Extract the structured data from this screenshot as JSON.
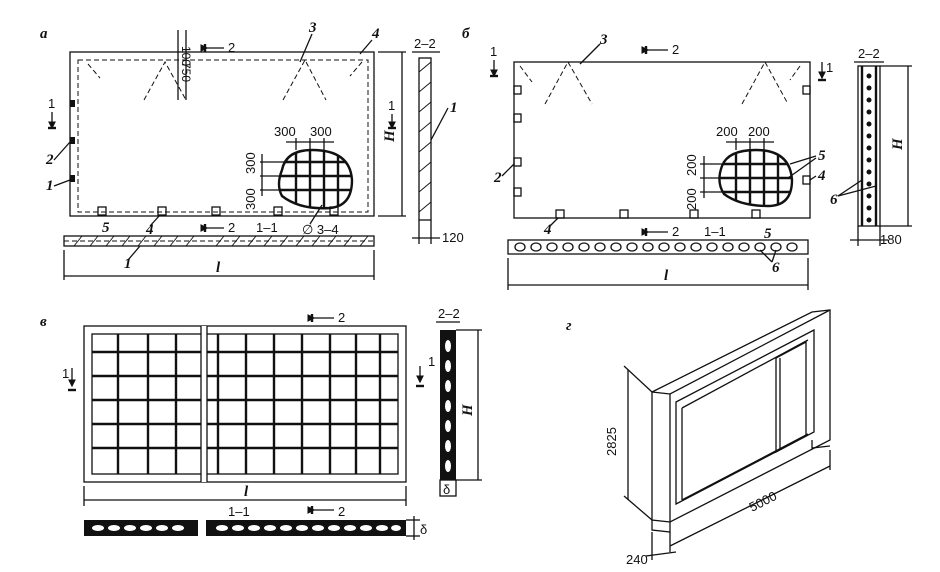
{
  "panel_a": {
    "label": "а",
    "dims": {
      "top_small": "100",
      "top_big": "750",
      "cell_w1": "300",
      "cell_w2": "300",
      "cell_h1": "300",
      "cell_h2": "300",
      "thickness": "120",
      "height": "H",
      "length": "l"
    },
    "callouts": {
      "c1a": "1",
      "c1b": "1",
      "c1c": "1",
      "c2": "2",
      "c3": "3",
      "c4a": "4",
      "c4b": "4",
      "c5": "5",
      "dia": "∅ 3–4"
    },
    "sections": {
      "s22_top": "2–2",
      "s22_mid": "2",
      "s22_bot": "2",
      "s11_label": "1–1",
      "s1_left": "1",
      "s1_right": "1"
    }
  },
  "panel_b": {
    "label": "б",
    "dims": {
      "cell_w1": "200",
      "cell_w2": "200",
      "cell_h1": "200",
      "cell_h2": "200",
      "thickness": "180",
      "height": "H",
      "length": "l"
    },
    "callouts": {
      "c2": "2",
      "c3": "3",
      "c4a": "4",
      "c4b": "4",
      "c5a": "5",
      "c5b": "5",
      "c6a": "6",
      "c6b": "6"
    },
    "sections": {
      "s22_top": "2–2",
      "s22_mid": "2",
      "s22_bot": "2",
      "s11_label": "1–1",
      "s1_left": "1",
      "s1_right": "1"
    }
  },
  "panel_v": {
    "label": "в",
    "dims": {
      "height": "H",
      "length": "l",
      "thickness_a": "δ",
      "thickness_b": "δ"
    },
    "sections": {
      "s22_top": "2–2",
      "s22_mid": "2",
      "s22_bot": "2",
      "s11_label": "1–1",
      "s1_left": "1",
      "s1_right": "1"
    }
  },
  "panel_g": {
    "label": "г",
    "dims": {
      "height": "2825",
      "length": "5000",
      "thickness": "240"
    }
  }
}
